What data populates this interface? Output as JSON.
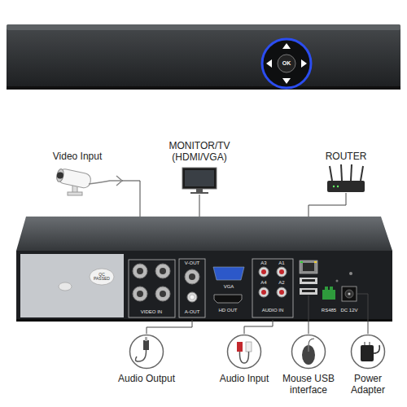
{
  "diagram": {
    "nodes": [
      {
        "text": [
          "Audio Output"
        ]
      },
      {
        "text": [
          "Audio Input"
        ]
      },
      {
        "text": [
          "Mouse USB interface"
        ]
      },
      {
        "text": [
          "Power Adapter"
        ]
      }
    ],
    "labels": [
      "Video Input",
      "MONITOR/TV (HDMI/VGA)",
      "ROUTER",
      "OK",
      "V-OUT",
      "VGA",
      "HD OUT",
      "VIDEO IN",
      "A-OUT",
      "A3",
      "A1",
      "A4",
      "A2",
      "AUDIO IN",
      "RS485",
      "DC 12V",
      "QC PASSED"
    ]
  }
}
